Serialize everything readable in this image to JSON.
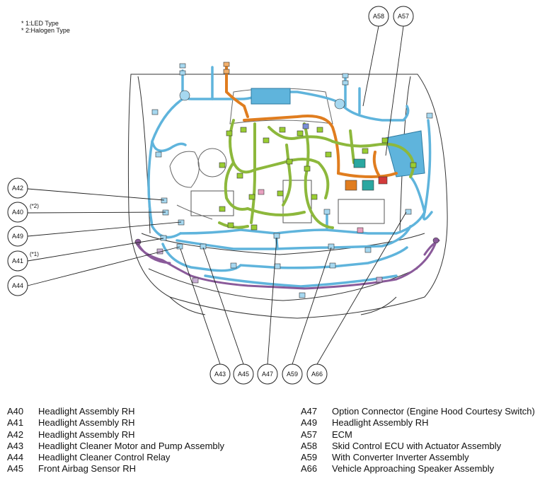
{
  "notes": [
    "* 1:LED Type",
    "* 2:Halogen Type"
  ],
  "callouts": {
    "A42": "A42",
    "A40": "A40",
    "A49": "A49",
    "A41": "A41",
    "A44": "A44",
    "A43": "A43",
    "A45": "A45",
    "A47": "A47",
    "A59": "A59",
    "A66": "A66",
    "A58": "A58",
    "A57": "A57"
  },
  "callout_notes": {
    "A40": "(*2)",
    "A41": "(*1)"
  },
  "legend_left": [
    {
      "code": "A40",
      "name": "Headlight Assembly RH"
    },
    {
      "code": "A41",
      "name": "Headlight Assembly RH"
    },
    {
      "code": "A42",
      "name": "Headlight Assembly RH"
    },
    {
      "code": "A43",
      "name": "Headlight Cleaner Motor and Pump Assembly"
    },
    {
      "code": "A44",
      "name": "Headlight Cleaner Control Relay"
    },
    {
      "code": "A45",
      "name": "Front Airbag Sensor RH"
    }
  ],
  "legend_right": [
    {
      "code": "A47",
      "name": "Option Connector (Engine Hood Courtesy Switch)"
    },
    {
      "code": "A49",
      "name": "Headlight Assembly RH"
    },
    {
      "code": "A57",
      "name": "ECM"
    },
    {
      "code": "A58",
      "name": "Skid Control ECU with Actuator Assembly"
    },
    {
      "code": "A59",
      "name": "With Converter Inverter Assembly"
    },
    {
      "code": "A66",
      "name": "Vehicle Approaching Speaker Assembly"
    }
  ],
  "colors": {
    "blue_harness": "#5fb4dc",
    "green_harness": "#8db83c",
    "orange_harness": "#e07d1f",
    "purple_harness": "#8a5a9a",
    "connector_green": "#9acd32",
    "connector_blue": "#a6d8f0",
    "outline": "#333333"
  }
}
